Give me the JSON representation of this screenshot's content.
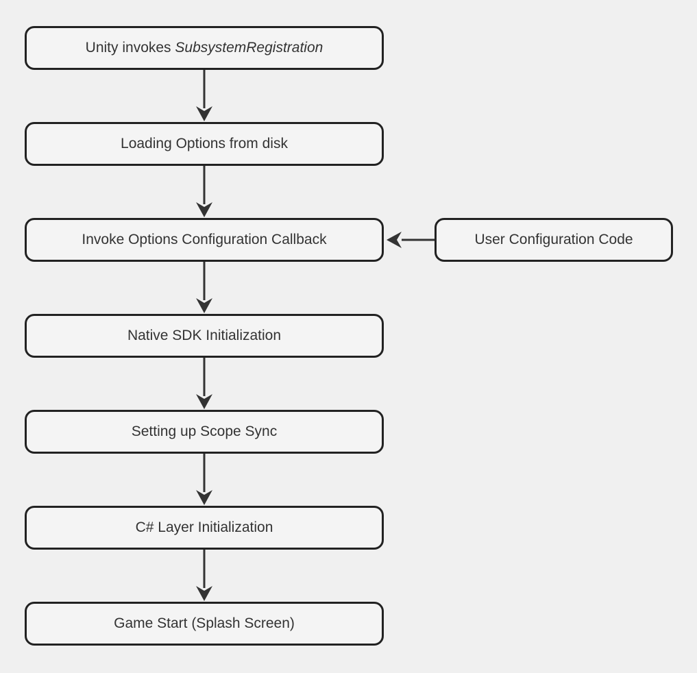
{
  "diagram": {
    "type": "flowchart",
    "direction": "top-down",
    "colors": {
      "background": "#f0f0f0",
      "node_fill": "#f4f4f4",
      "node_border": "#222222",
      "text": "#333333",
      "arrow": "#333333"
    },
    "nodes": [
      {
        "id": "unity-invokes",
        "label": "Unity invokes SubsystemRegistration",
        "label_normal": "Unity invokes ",
        "label_italic": "SubsystemRegistration"
      },
      {
        "id": "loading-options",
        "label": "Loading Options from disk"
      },
      {
        "id": "invoke-callback",
        "label": "Invoke Options Configuration Callback"
      },
      {
        "id": "user-config",
        "label": "User Configuration Code"
      },
      {
        "id": "native-sdk",
        "label": "Native SDK Initialization"
      },
      {
        "id": "scope-sync",
        "label": "Setting up Scope Sync"
      },
      {
        "id": "csharp-init",
        "label": "C# Layer Initialization"
      },
      {
        "id": "game-start",
        "label": "Game Start (Splash Screen)"
      }
    ],
    "edges": [
      {
        "from": "unity-invokes",
        "to": "loading-options",
        "direction": "down"
      },
      {
        "from": "loading-options",
        "to": "invoke-callback",
        "direction": "down"
      },
      {
        "from": "invoke-callback",
        "to": "native-sdk",
        "direction": "down"
      },
      {
        "from": "user-config",
        "to": "invoke-callback",
        "direction": "left"
      },
      {
        "from": "native-sdk",
        "to": "scope-sync",
        "direction": "down"
      },
      {
        "from": "scope-sync",
        "to": "csharp-init",
        "direction": "down"
      },
      {
        "from": "csharp-init",
        "to": "game-start",
        "direction": "down"
      }
    ]
  }
}
